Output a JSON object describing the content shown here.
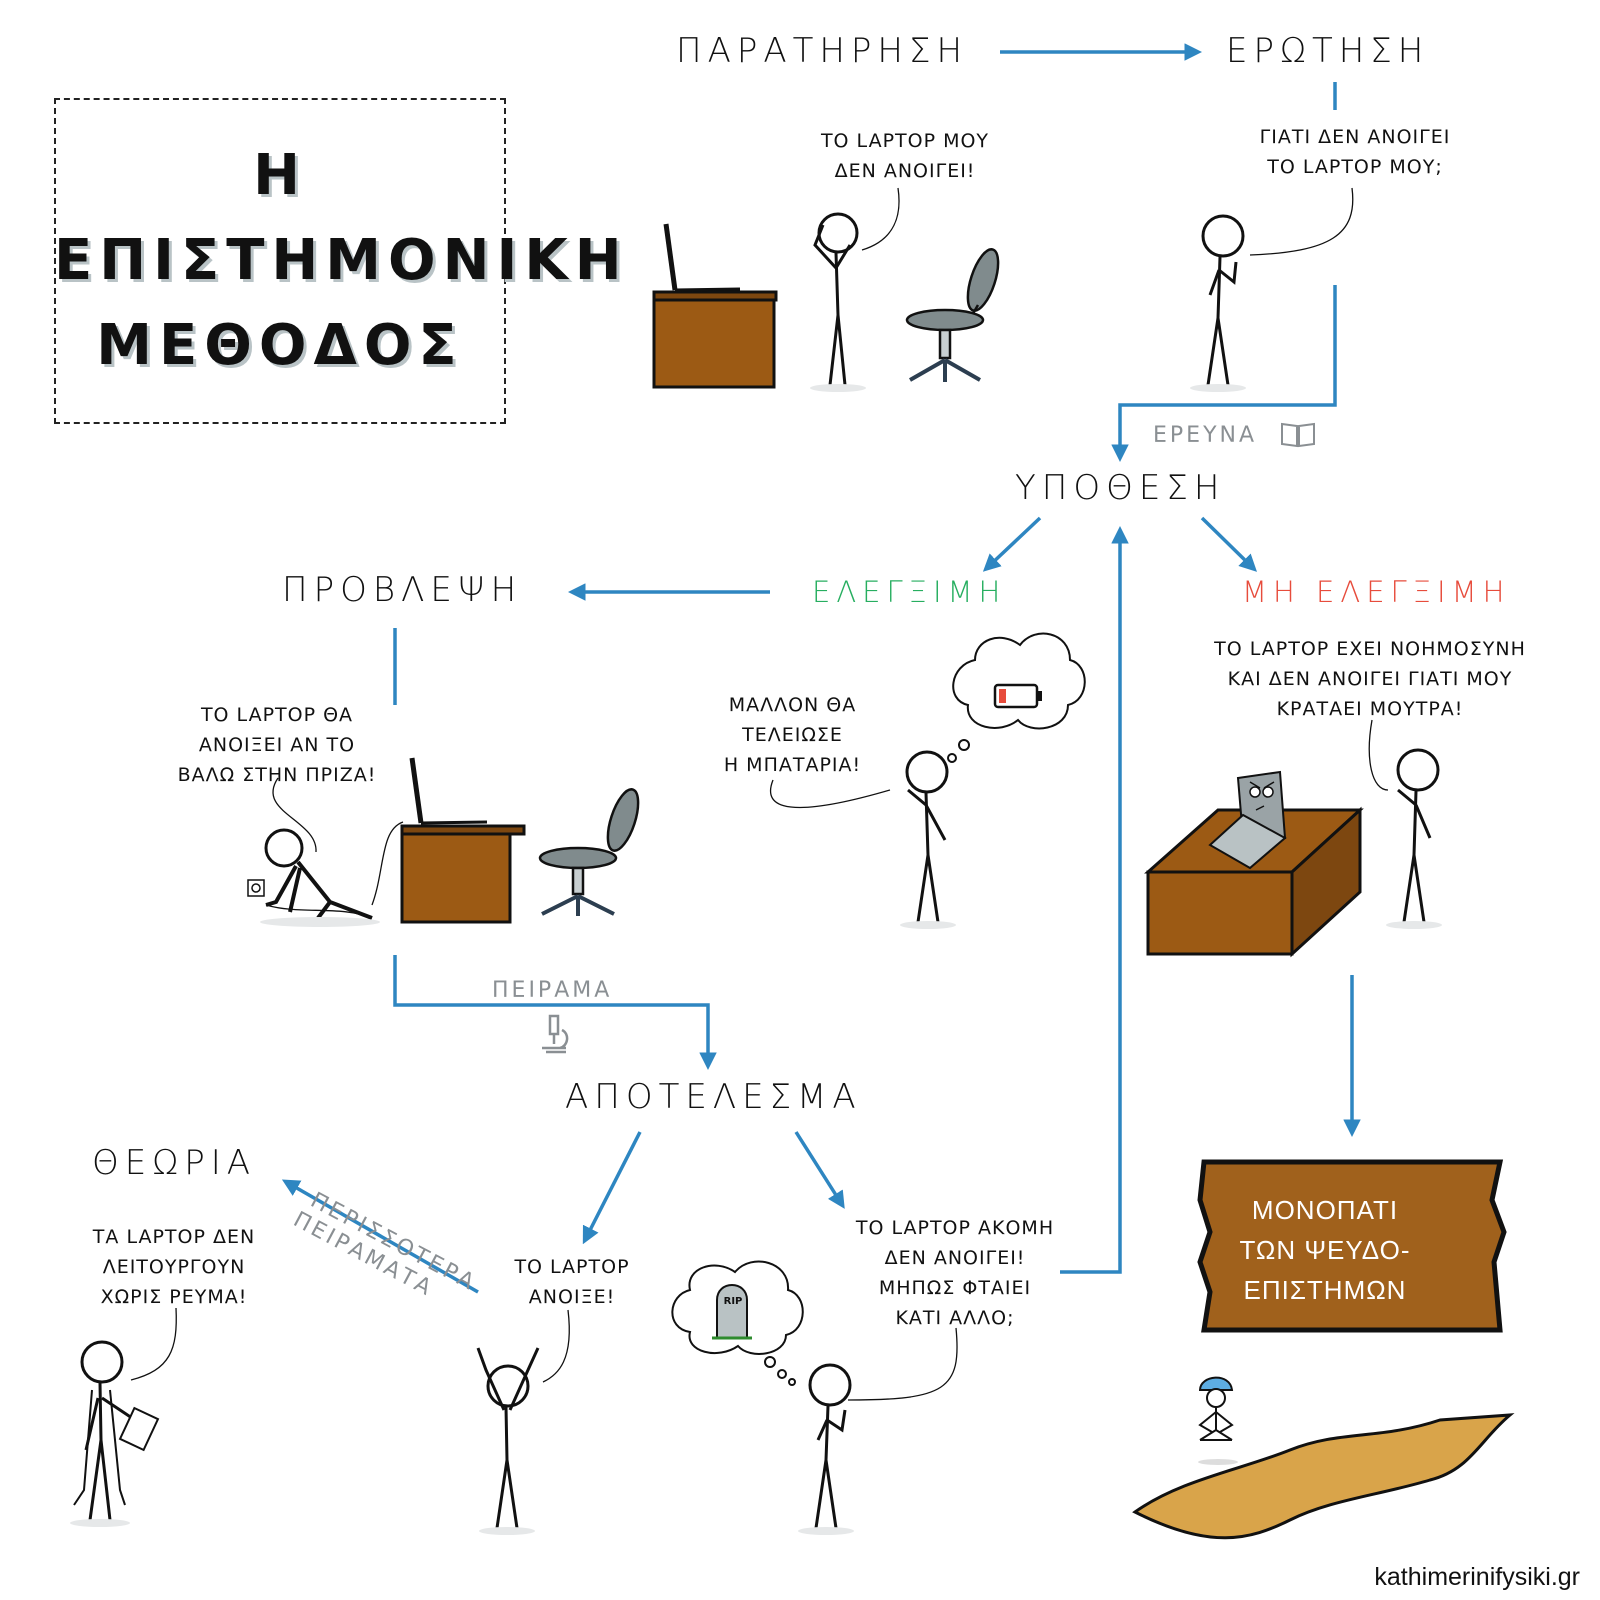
{
  "title": {
    "line1": "Η",
    "line2": "ΕΠΙΣΤΗΜΟΝΙΚΗ",
    "line3": "ΜΕΘΟΔΟΣ"
  },
  "stages": {
    "observation": "ΠΑΡΑΤΗΡΗΣΗ",
    "question": "ΕΡΩΤΗΣΗ",
    "hypothesis": "ΥΠΟΘΕΣΗ",
    "prediction": "ΠΡΟΒΛΕΨΗ",
    "result": "ΑΠΟΤΕΛΕΣΜΑ",
    "theory": "ΘΕΩΡΙΑ"
  },
  "branches": {
    "testable": "ΕΛΕΓΞΙΜΗ",
    "untestable": "ΜΗ ΕΛΕΓΞΙΜΗ"
  },
  "steps": {
    "research": "ΕΡΕΥΝΑ",
    "experiment": "ΠΕΙΡΑΜΑ",
    "more_experiments_1": "ΠΕΡΙΣΣΟΤΕΡΑ",
    "more_experiments_2": "ΠΕΙΡΑΜΑΤΑ"
  },
  "speech": {
    "observation": [
      "ΤΟ LAPTOP ΜΟΥ",
      "ΔΕΝ ΑΝΟΙΓΕΙ!"
    ],
    "question": [
      "ΓΙΑΤΙ ΔΕΝ ΑΝΟΙΓΕΙ",
      "ΤΟ LAPTOP ΜΟΥ;"
    ],
    "prediction": [
      "ΤΟ LAPTOP ΘΑ",
      "ΑΝΟΙΞΕΙ ΑΝ ΤΟ",
      "ΒΑΛΩ ΣΤΗΝ ΠΡΙΖΑ!"
    ],
    "testable": [
      "ΜΑΛΛΟΝ ΘΑ",
      "ΤΕΛΕΙΩΣΕ",
      "Η ΜΠΑΤΑΡΙΑ!"
    ],
    "untestable": [
      "ΤΟ LAPTOP ΕΧΕΙ ΝΟΗΜΟΣΥΝΗ",
      "ΚΑΙ ΔΕΝ ΑΝΟΙΓΕΙ ΓΙΑΤΙ ΜΟΥ",
      "ΚΡΑΤΑΕΙ ΜΟΥΤΡΑ!"
    ],
    "theory": [
      "ΤΑ LAPTOP ΔΕΝ",
      "ΛΕΙΤΟΥΡΓΟΥΝ",
      "ΧΩΡΙΣ ΡΕΥΜΑ!"
    ],
    "success": [
      "ΤΟ LAPTOP",
      "ΑΝΟΙΞΕ!"
    ],
    "failure": [
      "ΤΟ LAPTOP ΑΚΟΜΗ",
      "ΔΕΝ ΑΝΟΙΓΕΙ!",
      "ΜΗΠΩΣ ΦΤΑΙΕΙ",
      "ΚΑΤΙ ΑΛΛΟ;"
    ]
  },
  "tombstone": {
    "text": "RIP"
  },
  "sign": [
    "ΜΟΝΟΠΑΤΙ",
    "ΤΩΝ ΨΕΥΔΟ-",
    "ΕΠΙΣΤΗΜΩΝ"
  ],
  "credit": "kathimerinifysiki.gr",
  "colors": {
    "arrow": "#2e86c1",
    "testable": "#27ae60",
    "untestable": "#e74c3c",
    "desk": "#9c5a14",
    "sign": "#a0611c",
    "path": "#d9a44a",
    "chair": "#808b8d"
  },
  "icons": {
    "research": "book-icon",
    "experiment": "microscope-icon",
    "battery": "low-battery-icon",
    "outlet": "power-outlet-icon"
  }
}
